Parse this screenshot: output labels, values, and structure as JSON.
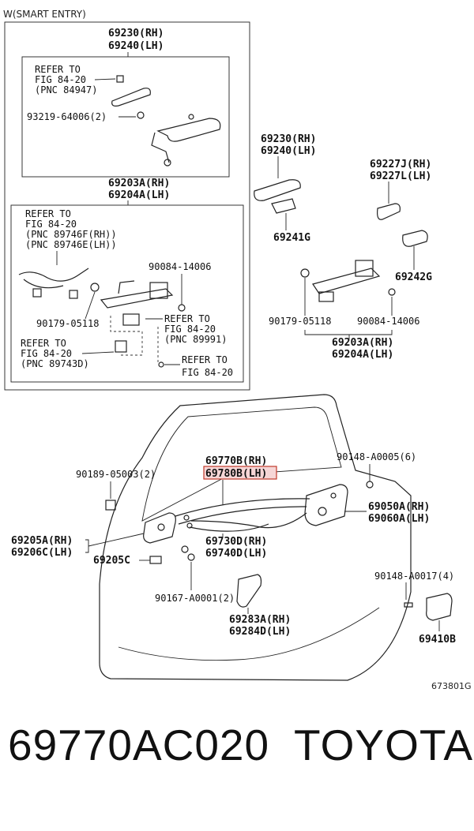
{
  "header": {
    "variant": "W(SMART ENTRY)"
  },
  "figure_id": "673801G",
  "labels": {
    "top_handle_rh": "69230(RH)",
    "top_handle_lh": "69240(LH)",
    "refer_1_l1": "REFER TO",
    "refer_1_l2": "FIG 84-20",
    "refer_1_l3": "(PNC 84947)",
    "bolt_93219": "93219-64006(2)",
    "frame_rh": "69203A(RH)",
    "frame_lh": "69204A(LH)",
    "refer_2_l1": "REFER TO",
    "refer_2_l2": "FIG 84-20",
    "refer_2_l3": "(PNC 89746F(RH))",
    "refer_2_l4": "(PNC 89746E(LH))",
    "screw_90084_a": "90084-14006",
    "clip_90179_a": "90179-05118",
    "refer_3_l1": "REFER TO",
    "refer_3_l2": "FIG 84-20",
    "refer_3_l3": "(PNC 89991)",
    "refer_4_l1": "REFER TO",
    "refer_4_l2": "FIG 84-20",
    "refer_4_l3": "(PNC 89743D)",
    "refer_5_l1": "REFER TO",
    "refer_5_l2": "FIG 84-20",
    "handle_rh": "69230(RH)",
    "handle_lh": "69240(LH)",
    "cover_rh": "69227J(RH)",
    "cover_lh": "69227L(LH)",
    "pad_69241": "69241G",
    "pad_69242": "69242G",
    "clip_90179_b": "90179-05118",
    "screw_90084_b": "90084-14006",
    "frame2_rh": "69203A(RH)",
    "frame2_lh": "69204A(LH)",
    "rod_rh": "69770B(RH)",
    "rod_lh": "69780B(LH)",
    "screw_90148_a": "90148-A0005(6)",
    "clip_90189": "90189-05003(2)",
    "lock_rh": "69050A(RH)",
    "lock_lh": "69060A(LH)",
    "inner_rh": "69205A(RH)",
    "inner_lh": "69206C(LH)",
    "inner_c": "69205C",
    "cable_rh": "69730D(RH)",
    "cable_lh": "69740D(LH)",
    "screw_90167": "90167-A0001(2)",
    "cover2_rh": "69283A(RH)",
    "cover2_lh": "69284D(LH)",
    "screw_90148_b": "90148-A0017(4)",
    "striker": "69410B"
  },
  "footer": {
    "part_number": "69770AC020",
    "brand": "TOYOTA"
  },
  "colors": {
    "highlight": "#c0392b",
    "ink": "#222222"
  }
}
